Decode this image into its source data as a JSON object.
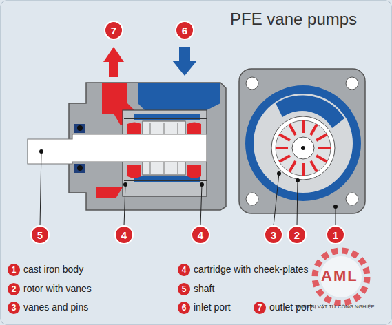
{
  "diagram": {
    "title": "PFE vane pumps",
    "nodes": [
      {
        "text": [
          "7"
        ]
      },
      {
        "text": [
          "6"
        ]
      },
      {
        "text": [
          "5"
        ]
      },
      {
        "text": [
          "4"
        ]
      },
      {
        "text": [
          "4"
        ]
      },
      {
        "text": [
          "3"
        ]
      },
      {
        "text": [
          "2"
        ]
      },
      {
        "text": [
          "1"
        ]
      }
    ],
    "labels": [
      "1",
      "2",
      "3",
      "4",
      "5",
      "6",
      "7",
      "AML",
      "THIẾT BỊ VẬT TƯ CÔNG NGHIỆP"
    ],
    "legend": [
      {
        "text": "cast iron body",
        "color": "#d7262b"
      },
      {
        "text": "rotor with vanes",
        "color": "#d7262b"
      },
      {
        "text": "vanes and pins",
        "color": "#d7262b"
      },
      {
        "text": "cartridge with cheek-plates",
        "color": "#d7262b"
      },
      {
        "text": "shaft",
        "color": "#d7262b"
      },
      {
        "text": "inlet port",
        "color": "#d7262b"
      },
      {
        "text": "outlet port",
        "color": "#d7262b"
      }
    ]
  }
}
